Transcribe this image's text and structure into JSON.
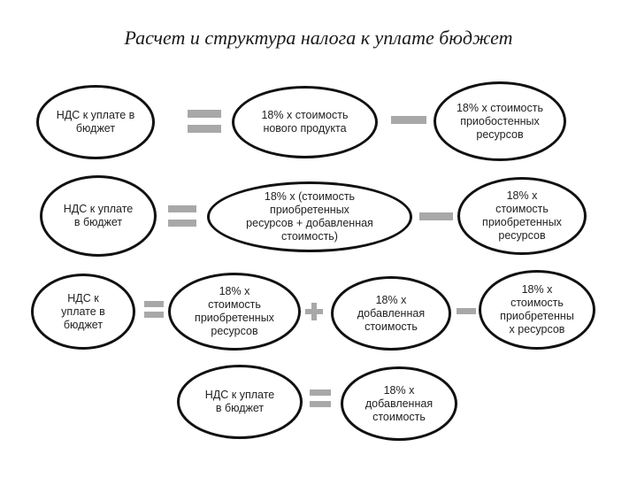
{
  "title": "Расчет и структура налога к уплате  бюджет",
  "rows": [
    {
      "nodes": [
        "НДС к уплате в\nбюджет",
        "18% х стоимость\nнового продукта",
        "18% х стоимость\nприобостенных\nресурсов"
      ],
      "operators": [
        "equals",
        "minus"
      ]
    },
    {
      "nodes": [
        "НДС к уплате\nв бюджет",
        "18% х (стоимость\nприобретенных\nресурсов + добавленная\nстоимость)",
        "18% х\nстоимость\nприобретенных\nресурсов"
      ],
      "operators": [
        "equals",
        "minus"
      ]
    },
    {
      "nodes": [
        "НДС к\nуплате в\nбюджет",
        "18% х\nстоимость\nприобретенных\nресурсов",
        "18% х\nдобавленная\nстоимость",
        "18% х\nстоимость\nприобретенны\nх ресурсов"
      ],
      "operators": [
        "equals",
        "plus",
        "minus"
      ]
    },
    {
      "nodes": [
        "НДС к уплате\nв бюджет",
        "18% х\nдобавленная\nстоимость"
      ],
      "operators": [
        "equals"
      ]
    }
  ],
  "colors": {
    "stroke": "#111111",
    "operator": "#a8a8a8",
    "text": "#222222"
  }
}
